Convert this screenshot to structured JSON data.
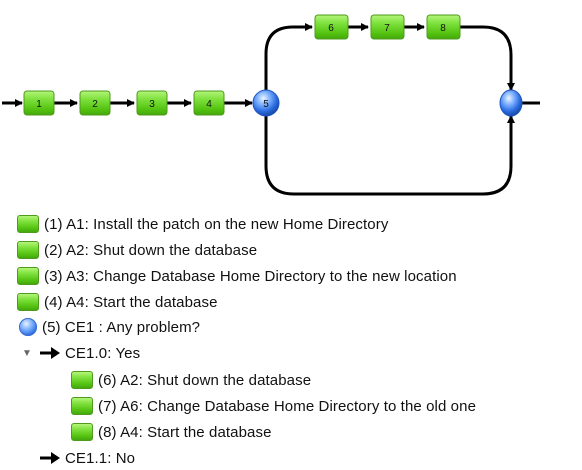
{
  "flow": {
    "main_nodes": [
      {
        "id": "1",
        "type": "task"
      },
      {
        "id": "2",
        "type": "task"
      },
      {
        "id": "3",
        "type": "task"
      },
      {
        "id": "4",
        "type": "task"
      },
      {
        "id": "5",
        "type": "condition"
      }
    ],
    "branch_nodes": [
      {
        "id": "6",
        "type": "task"
      },
      {
        "id": "7",
        "type": "task"
      },
      {
        "id": "8",
        "type": "task"
      }
    ],
    "colors": {
      "task": "#6ad624",
      "condition": "#2a6be0",
      "line": "#000000"
    }
  },
  "outline": {
    "items": [
      {
        "kind": "task",
        "text": "(1) A1: Install the patch on the new Home Directory"
      },
      {
        "kind": "task",
        "text": "(2) A2: Shut down the database"
      },
      {
        "kind": "task",
        "text": "(3) A3: Change Database Home Directory to the new location"
      },
      {
        "kind": "task",
        "text": "(4) A4: Start the database"
      },
      {
        "kind": "condition",
        "text": "(5) CE1 : Any problem?"
      },
      {
        "kind": "branch",
        "expanded": true,
        "text": "CE1.0: Yes"
      },
      {
        "kind": "task",
        "text": "(6) A2: Shut down the database"
      },
      {
        "kind": "task",
        "text": "(7) A6: Change Database Home Directory to the old one"
      },
      {
        "kind": "task",
        "text": "(8) A4: Start the database"
      },
      {
        "kind": "branch",
        "expanded": false,
        "text": "CE1.1: No"
      }
    ],
    "expander_glyph": "▼",
    "icons": {
      "task": "task-icon",
      "condition": "condition-icon",
      "branch": "arrow-right-icon",
      "expander": "expand-triangle-icon"
    }
  }
}
